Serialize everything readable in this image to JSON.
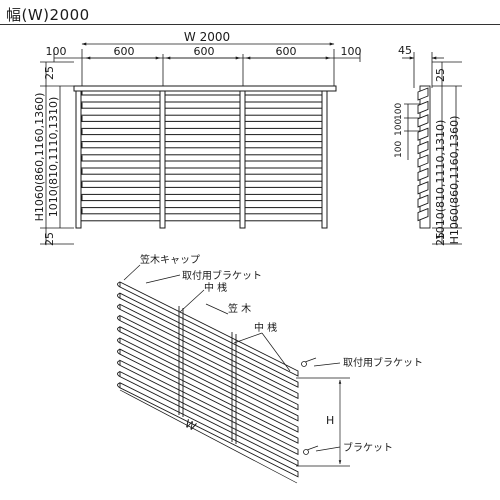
{
  "title": "幅(W)2000",
  "front_view": {
    "total_width": "W 2000",
    "segments": [
      "100",
      "600",
      "600",
      "600",
      "100"
    ],
    "left_heights": [
      "25",
      "H1060(860,1160,1360)",
      "1010(810,1110,1310)",
      "25"
    ]
  },
  "side_view": {
    "depth": "45",
    "top": "25",
    "pitch_labels": [
      "100",
      "100",
      "100"
    ],
    "heights": [
      "1010(810,1110,1310)",
      "H1060(860,1160,1360)"
    ],
    "bottom": "25"
  },
  "parts": {
    "cap": "笠木キャップ",
    "mount_bracket_top": "取付用ブラケット",
    "post_top": "中 桟",
    "rail": "笠 木",
    "post_mid": "中 桟",
    "mount_bracket_right": "取付用ブラケット",
    "bracket": "ブラケット",
    "w_label": "W",
    "h_label": "H"
  },
  "colors": {
    "line": "#1a1a1a",
    "panel_fill": "#ffffff"
  }
}
